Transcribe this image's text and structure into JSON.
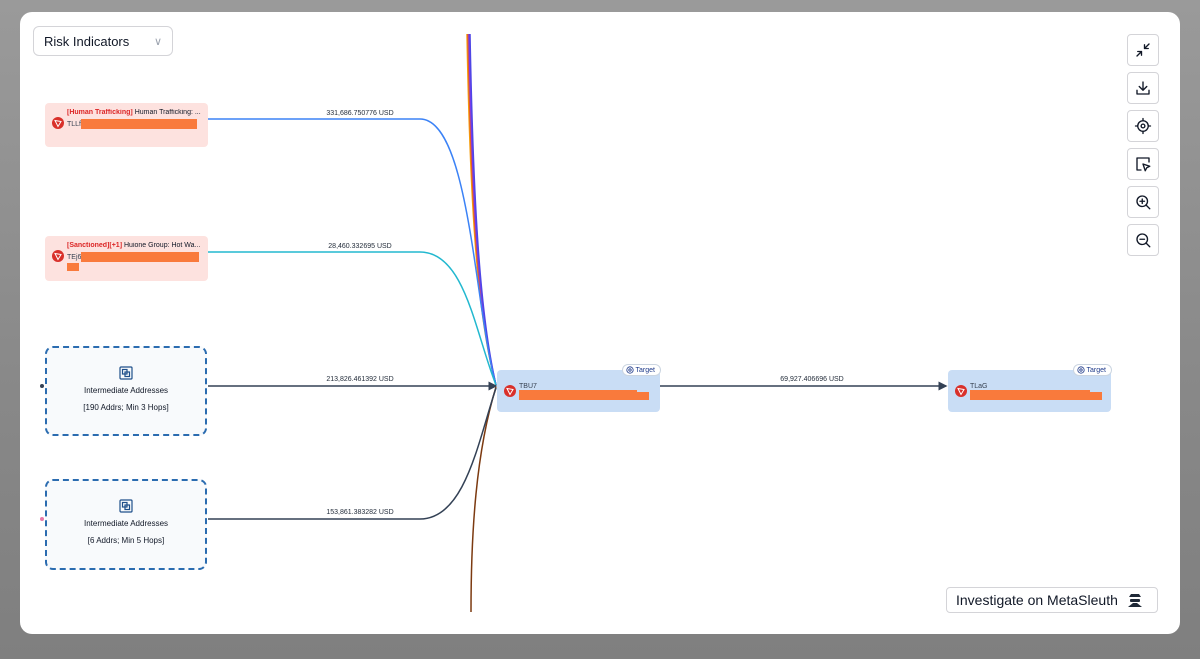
{
  "filter_dropdown": {
    "label": "Risk Indicators"
  },
  "toolbar": {
    "buttons": [
      {
        "icon": "collapse-icon"
      },
      {
        "icon": "download-icon"
      },
      {
        "icon": "locate-icon"
      },
      {
        "icon": "select-icon"
      },
      {
        "icon": "zoom-in-icon"
      },
      {
        "icon": "zoom-out-icon"
      }
    ]
  },
  "nodes": {
    "risk_1": {
      "tag": "[Human Trafficking]",
      "label": "Human Trafficking: ...",
      "address_prefix": "TLLf"
    },
    "risk_2": {
      "tag": "[Sanctioned][+1]",
      "label": "Huione Group: Hot Wa...",
      "address_prefix": "TEj6"
    },
    "intermediate_1": {
      "title": "Intermediate Addresses",
      "detail": "[190 Addrs; Min 3 Hops]"
    },
    "intermediate_2": {
      "title": "Intermediate Addresses",
      "detail": "[6 Addrs; Min 5 Hops]"
    },
    "target_1": {
      "badge": "Target",
      "address_prefix": "TBU7"
    },
    "target_2": {
      "badge": "Target",
      "address_prefix": "TLaG"
    }
  },
  "flows": {
    "flow_1": "331,686.750776 USD",
    "flow_2": "28,460.332695 USD",
    "flow_3": "213,826.461392 USD",
    "flow_4": "153,861.383282 USD",
    "flow_5": "69,927.406696 USD"
  },
  "colors": {
    "risk_node_bg": "#fde2df",
    "risk_tag": "#dc2626",
    "target_node_bg": "#c9ddf5",
    "redaction": "#f97a3c",
    "flow_blue": "#3b82f6",
    "flow_teal": "#22b8cf",
    "flow_navy": "#334155",
    "flow_brown": "#7c3a10"
  },
  "investigate_button": {
    "label": "Investigate on MetaSleuth"
  }
}
